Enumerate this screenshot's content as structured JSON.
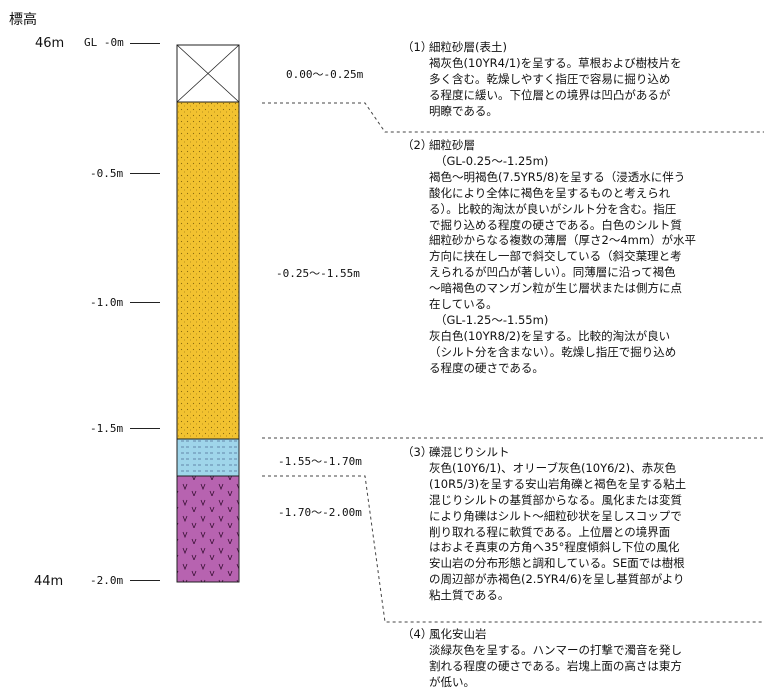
{
  "title": "標高",
  "elevations": {
    "top": "46m",
    "bottom": "44m"
  },
  "depth_labels": [
    "GL -0m",
    "-0.5m",
    "-1.0m",
    "-1.5m",
    "-2.0m"
  ],
  "ranges": [
    "0.00～-0.25m",
    "-0.25～-1.55m",
    "-1.55～-1.70m",
    "-1.70～-2.00m"
  ],
  "layers": [
    {
      "name": "topsoil",
      "from": 0.0,
      "to": 0.25,
      "fill": "#ffffff"
    },
    {
      "name": "fine-sand",
      "from": 0.25,
      "to": 1.55,
      "fill": "#f2c230"
    },
    {
      "name": "gravel-silt",
      "from": 1.55,
      "to": 1.7,
      "fill": "#9fd5ea"
    },
    {
      "name": "weathered-andesite",
      "from": 1.7,
      "to": 2.0,
      "fill": "#b763b0"
    }
  ],
  "descriptions": [
    {
      "num": "（1）",
      "lines": [
        "細粒砂層(表土)",
        "褐灰色(10YR4/1)を呈する。草根および樹枝片を",
        "多く含む。乾燥しやすく指圧で容易に掘り込め",
        "る程度に緩い。下位層との境界は凹凸があるが",
        "明瞭である。"
      ]
    },
    {
      "num": "（2）",
      "lines": [
        "細粒砂層",
        "（GL-0.25～-1.25m)",
        "褐色～明褐色(7.5YR5/8)を呈する（浸透水に伴う",
        "酸化により全体に褐色を呈するものと考えられ",
        "る）。比較的淘汰が良いがシルト分を含む。指圧",
        "で掘り込める程度の硬さである。白色のシルト質",
        "細粒砂からなる複数の薄層（厚さ2～4mm）が水平",
        "方向に挟在し一部で斜交している（斜交葉理と考",
        "えられるが凹凸が著しい）。同薄層に沿って褐色",
        "～暗褐色のマンガン粒が生じ層状または側方に点",
        "在している。",
        "（GL-1.25～-1.55m)",
        "灰白色(10YR8/2)を呈する。比較的淘汰が良い",
        "（シルト分を含まない）。乾燥し指圧で掘り込め",
        "る程度の硬さである。"
      ]
    },
    {
      "num": "（3）",
      "lines": [
        "礫混じりシルト",
        "灰色(10Y6/1)、オリーブ灰色(10Y6/2)、赤灰色",
        "(10R5/3)を呈する安山岩角礫と褐色を呈する粘土",
        "混じりシルトの基質部からなる。風化または変質",
        "により角礫はシルト～細粒砂状を呈しスコップで",
        "削り取れる程に軟質である。上位層との境界面",
        "はおよそ真東の方角へ35°程度傾斜し下位の風化",
        "安山岩の分布形態と調和している。SE面では樹根",
        "の周辺部が赤褐色(2.5YR4/6)を呈し基質部がより",
        "粘土質である。"
      ]
    },
    {
      "num": "（4）",
      "lines": [
        "風化安山岩",
        "淡緑灰色を呈する。ハンマーの打撃で濁音を発し",
        "割れる程度の硬さである。岩塊上面の高さは東方",
        "が低い。"
      ]
    }
  ]
}
